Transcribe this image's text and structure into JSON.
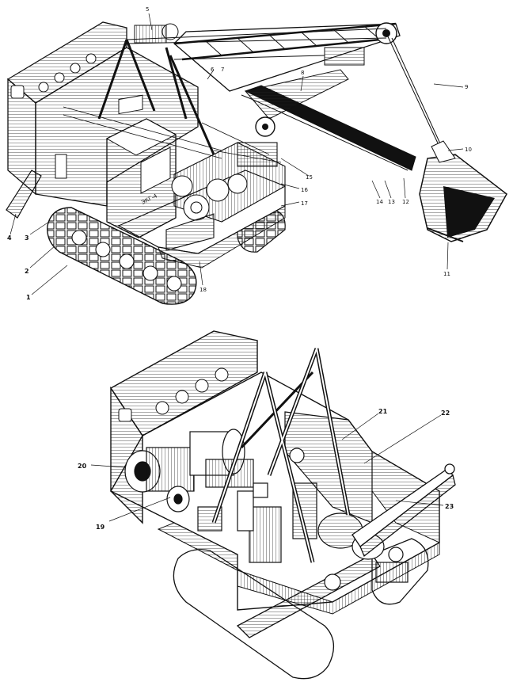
{
  "top_figure": {
    "labels": [
      "1",
      "2",
      "3",
      "4",
      "5",
      "6",
      "7",
      "8",
      "9",
      "10",
      "11",
      "12",
      "13",
      "14",
      "15",
      "16",
      "17",
      "18"
    ],
    "cab_text": "ЭКГ-4"
  },
  "bottom_figure": {
    "labels": [
      "19",
      "20",
      "21",
      "22",
      "23"
    ]
  },
  "colors": {
    "ink": "#111111",
    "paper": "#ffffff"
  }
}
